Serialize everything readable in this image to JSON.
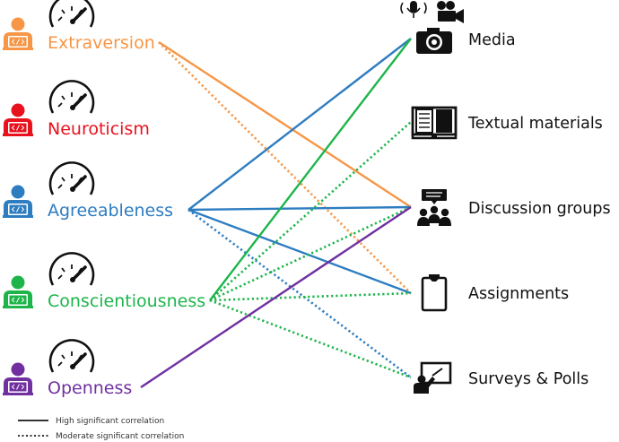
{
  "traits": [
    {
      "id": "extraversion",
      "label": "Extraversion",
      "color": "#F79646"
    },
    {
      "id": "neuroticism",
      "label": "Neuroticism",
      "color": "#E8121E"
    },
    {
      "id": "agreeableness",
      "label": "Agreeableness",
      "color": "#2E7DC1"
    },
    {
      "id": "conscientiousness",
      "label": "Conscientiousness",
      "color": "#1DB54A"
    },
    {
      "id": "openness",
      "label": "Openness",
      "color": "#7030A0"
    }
  ],
  "targets": [
    {
      "id": "media",
      "label": "Media",
      "icon": "media-icon"
    },
    {
      "id": "textual",
      "label": "Textual materials",
      "icon": "book-icon"
    },
    {
      "id": "discussion",
      "label": "Discussion groups",
      "icon": "discussion-group-icon"
    },
    {
      "id": "assignments",
      "label": "Assignments",
      "icon": "clipboard-icon"
    },
    {
      "id": "surveys",
      "label": "Surveys & Polls",
      "icon": "presentation-icon"
    }
  ],
  "connections": [
    {
      "from": "extraversion",
      "to": "discussion",
      "type": "high"
    },
    {
      "from": "extraversion",
      "to": "assignments",
      "type": "moderate"
    },
    {
      "from": "agreeableness",
      "to": "media",
      "type": "high"
    },
    {
      "from": "agreeableness",
      "to": "discussion",
      "type": "high"
    },
    {
      "from": "agreeableness",
      "to": "assignments",
      "type": "high"
    },
    {
      "from": "agreeableness",
      "to": "surveys",
      "type": "moderate"
    },
    {
      "from": "conscientiousness",
      "to": "media",
      "type": "high"
    },
    {
      "from": "conscientiousness",
      "to": "textual",
      "type": "moderate"
    },
    {
      "from": "conscientiousness",
      "to": "discussion",
      "type": "moderate"
    },
    {
      "from": "conscientiousness",
      "to": "assignments",
      "type": "moderate"
    },
    {
      "from": "conscientiousness",
      "to": "surveys",
      "type": "moderate"
    },
    {
      "from": "openness",
      "to": "discussion",
      "type": "high"
    }
  ],
  "legend": {
    "high": "High significant correlation",
    "moderate": "Moderate significant correlation"
  },
  "icons": {
    "person": "person-laptop-icon",
    "gauge": "speedometer-icon"
  }
}
